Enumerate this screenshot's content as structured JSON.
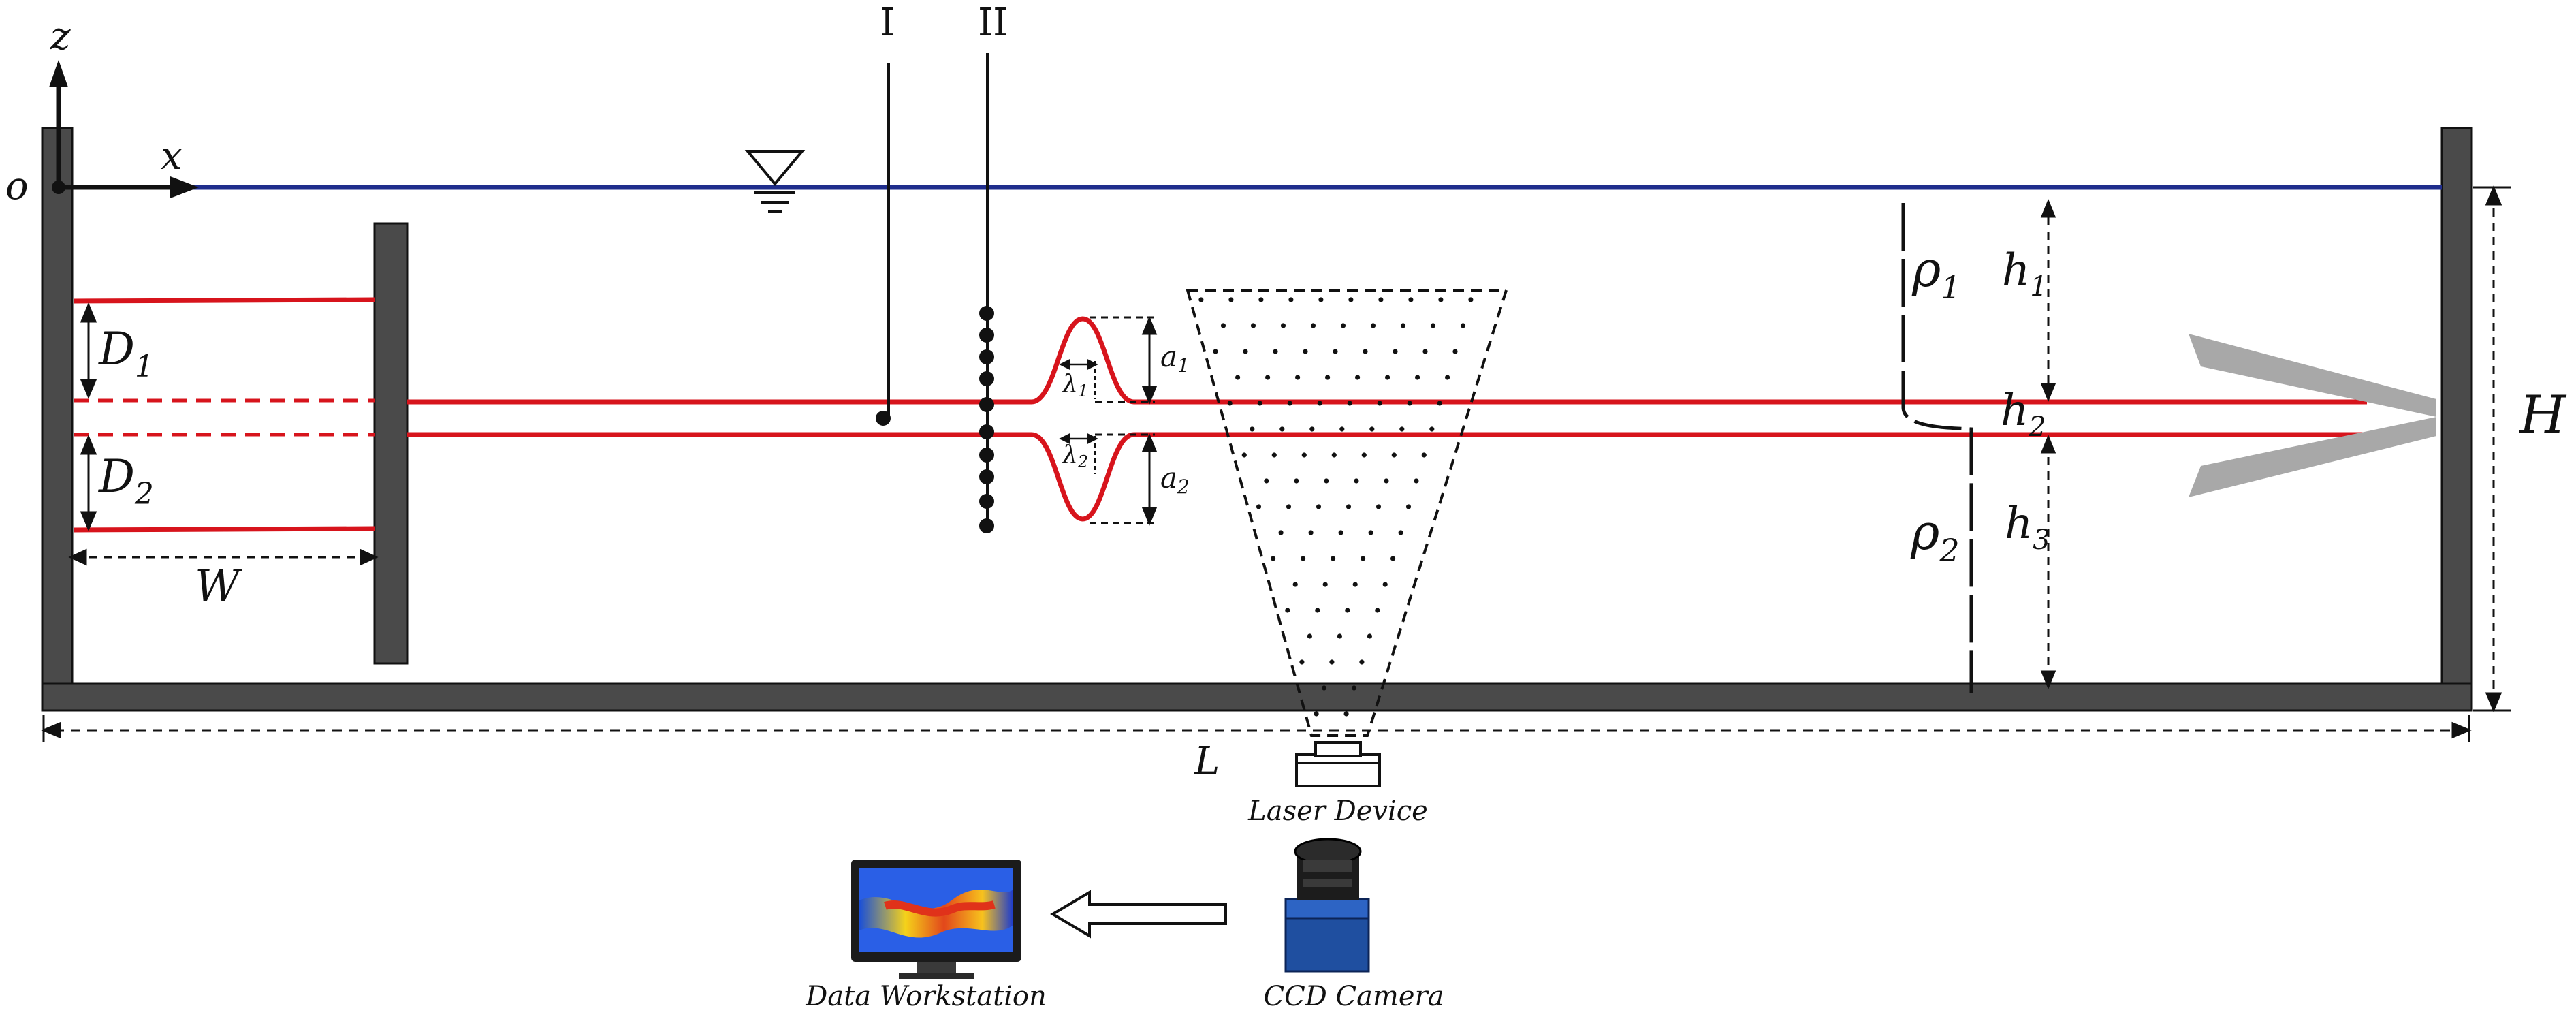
{
  "axes": {
    "z": "z",
    "x": "x",
    "origin": "o"
  },
  "gauges": {
    "gauge1": "I",
    "gauge2": "II"
  },
  "dims": {
    "D1": {
      "base": "D",
      "sub": "1"
    },
    "D2": {
      "base": "D",
      "sub": "2"
    },
    "W": "W",
    "L": "L",
    "H": "H",
    "a1": {
      "base": "a",
      "sub": "1"
    },
    "a2": {
      "base": "a",
      "sub": "2"
    },
    "lambda1": {
      "base": "λ",
      "sub": "1"
    },
    "lambda2": {
      "base": "λ",
      "sub": "2"
    }
  },
  "layers": {
    "rho1": {
      "base": "ρ",
      "sub": "1"
    },
    "rho2": {
      "base": "ρ",
      "sub": "2"
    },
    "h1": {
      "base": "h",
      "sub": "1"
    },
    "h2": {
      "base": "h",
      "sub": "2"
    },
    "h3": {
      "base": "h",
      "sub": "3"
    }
  },
  "devices": {
    "laser": "Laser Device",
    "camera": "CCD Camera",
    "workstation": "Data Workstation"
  },
  "colors": {
    "interface": "#d7141c",
    "free_surface": "#1f2d8c",
    "wall": "#4a4a4a",
    "reflector": "#a8a8a8",
    "camera_body": "#1f4fa0"
  }
}
